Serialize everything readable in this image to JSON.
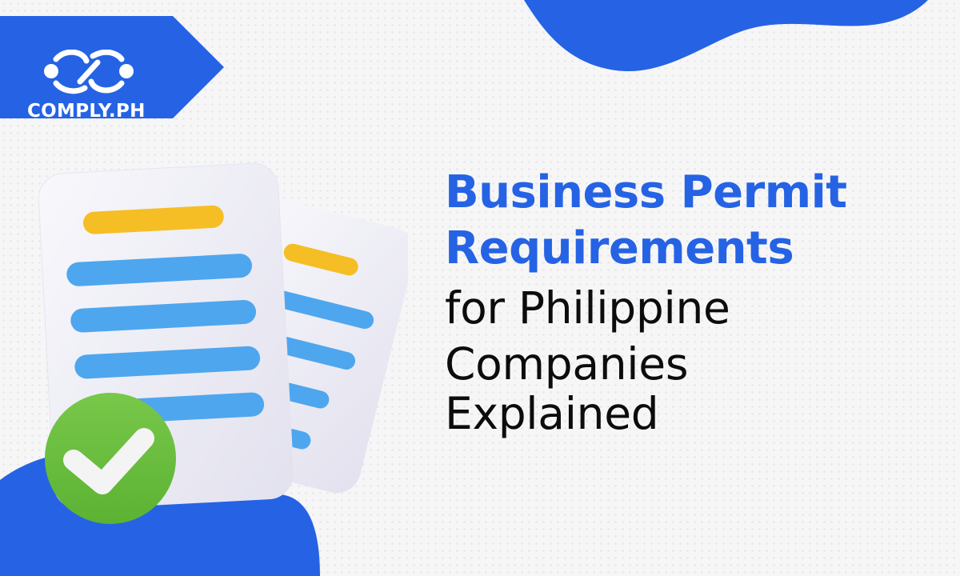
{
  "brand": {
    "name": "COMPLY.PH",
    "logo_icon": "linked-chain-people-icon",
    "color": "#2563e4"
  },
  "headline": {
    "line1": "Business Permit",
    "line2": "Requirements",
    "line3": "for Philippine",
    "line4": "Companies",
    "line5": "Explained"
  },
  "illustration": {
    "subject": "document-stack-with-checkmark",
    "icon": "checkmark-badge-icon",
    "colors": {
      "paper": "#ecebf4",
      "highlight_line": "#f5be24",
      "text_lines": "#4ea6ee",
      "badge": "#6cc13e"
    }
  },
  "colors": {
    "accent_blue": "#2563e4",
    "background": "#f6f6f7",
    "text_dark": "#0c0c0c"
  }
}
